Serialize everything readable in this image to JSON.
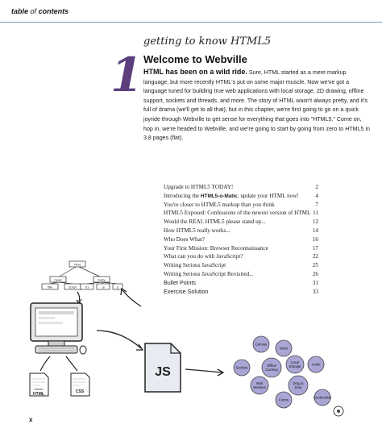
{
  "header": {
    "lead": "table",
    "middle": "of",
    "tail": "contents"
  },
  "chapter": {
    "number": "1",
    "kicker": "getting to know HTML5",
    "title": "Welcome to Webville",
    "lead": "HTML has been on a wild ride.",
    "body": "Sure, HTML started as a mere markup language, but more recently HTML's put on some major muscle. Now we've got a language tuned for building true web applications with local storage, 2D drawing, offline support, sockets and threads, and more. The story of HTML wasn't always pretty, and it's full of drama (we'll get to all that), but in this chapter, we're first going to go on a quick joyride through Webville to get sense for everything that goes into \"HTML5.\" Come on, hop in, we're headed to Webville, and we're going to start by going from zero to HTML5 in 3.8 pages (flat)."
  },
  "toc": [
    {
      "title": "Upgrade to HTML5 TODAY!",
      "page": "2"
    },
    {
      "title_before": "Introducing the ",
      "brand": "HTML5-o-Matic",
      "title_after": ", update your HTML now!",
      "page": "4"
    },
    {
      "title": "You're closer to HTML5 markup than you think",
      "page": "7"
    },
    {
      "title": "HTML5 Exposed: Confessions of the newest version of HTML",
      "page": "11"
    },
    {
      "title": "Would the REAL HTML5 please stand up...",
      "page": "12"
    },
    {
      "title": "How HTML5 really works...",
      "page": "14"
    },
    {
      "title": "Who Does What?",
      "page": "16"
    },
    {
      "title": "Your First Mission: Browser Reconnaissance",
      "page": "17"
    },
    {
      "title": "What can you do with JavaScript?",
      "page": "22"
    },
    {
      "title": "Writing Serious JavaScript",
      "page": "25"
    },
    {
      "title": "Writing Serious JavaScript Revisited...",
      "page": "26"
    },
    {
      "title": "Bullet Points",
      "page": "31",
      "sans": true
    },
    {
      "title": "Exercise Solution",
      "page": "33",
      "sans": true
    }
  ],
  "illustration": {
    "dom_nodes": {
      "root": "html",
      "head": "head",
      "body": "body",
      "title": "title",
      "script": "script",
      "h1": "h1",
      "ul": "ul",
      "p": "p"
    },
    "files": {
      "html": "HTML",
      "html_tag": "<html>",
      "css": "CSS",
      "js": "JS"
    },
    "apis": [
      "Canvas",
      "Video",
      "Local Storage",
      "Audio",
      "Sockets",
      "Offline Caching",
      "Web Workers",
      "Drag & Drop",
      "Forms",
      "Geolocation"
    ]
  },
  "colors": {
    "chapter_number": "#5c3f7d",
    "api_bubble": "#a9a6d6",
    "rule": "#7aa0c4"
  },
  "footer": {
    "page_label": "x"
  }
}
